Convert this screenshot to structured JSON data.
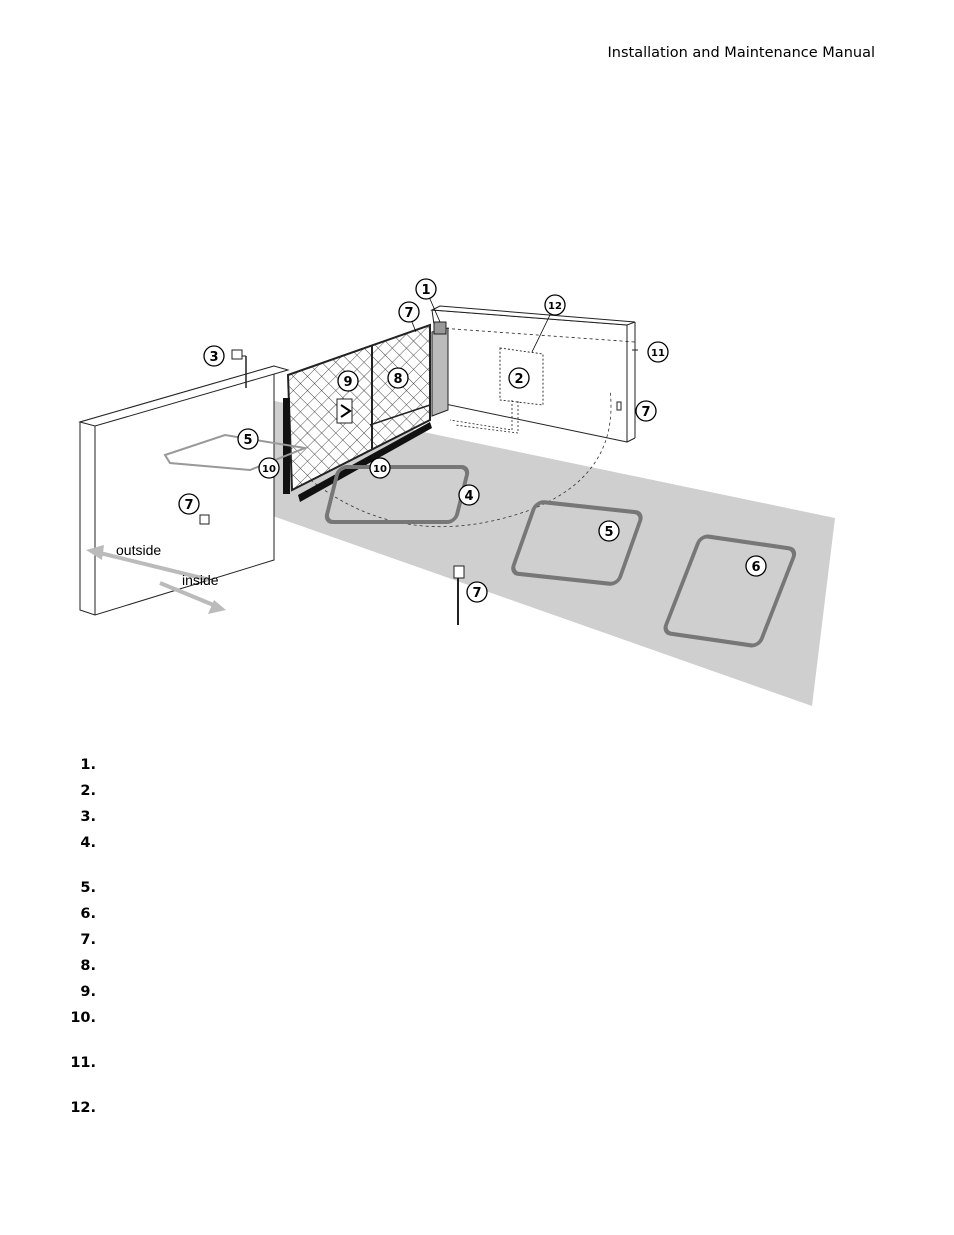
{
  "header": {
    "title": "Installation and Maintenance Manual"
  },
  "figure": {
    "direction_labels": {
      "outside": "outside",
      "inside": "inside"
    },
    "callouts": [
      "1",
      "2",
      "3",
      "4",
      "5",
      "5",
      "6",
      "7",
      "7",
      "7",
      "7",
      "8",
      "9",
      "10",
      "10",
      "11",
      "12"
    ]
  },
  "legend": {
    "items": [
      "1.",
      "2.",
      "3.",
      "4.",
      "5.",
      "6.",
      "7.",
      "8.",
      "9.",
      "10.",
      "11.",
      "12."
    ]
  }
}
